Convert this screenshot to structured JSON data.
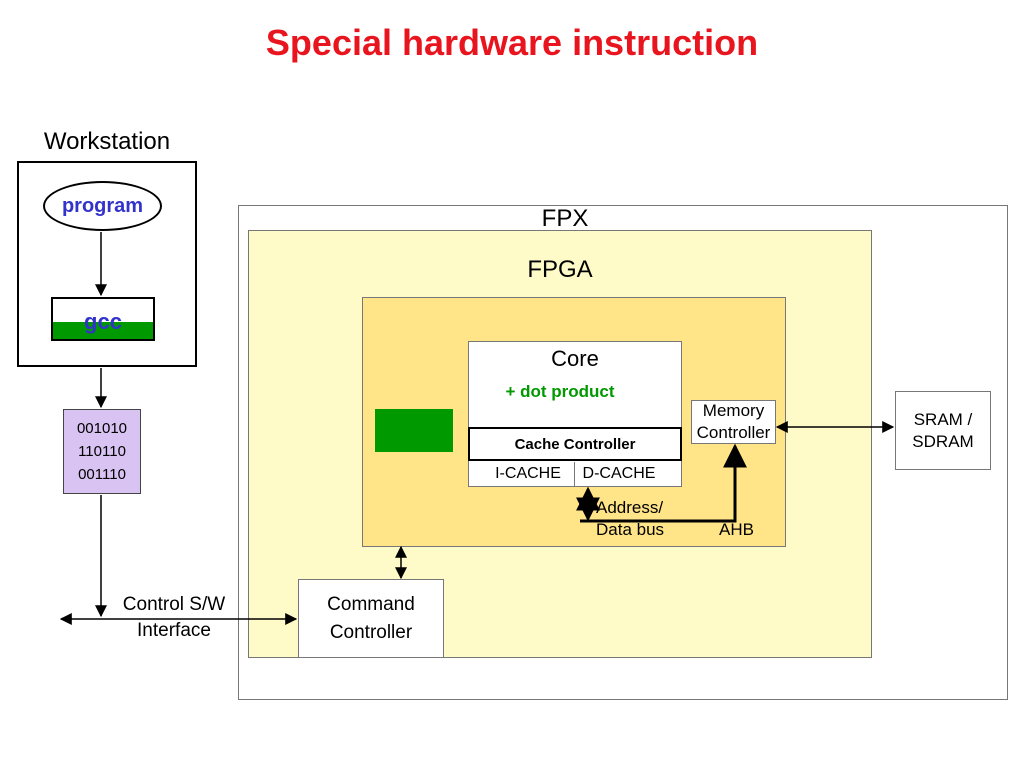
{
  "title": "Special hardware instruction",
  "workstation": {
    "label": "Workstation",
    "program": "program",
    "compiler": "gcc"
  },
  "binary": {
    "lines": [
      "001010",
      "110110",
      "001110"
    ]
  },
  "fpx": {
    "label": "FPX"
  },
  "fpga": {
    "label": "FPGA"
  },
  "core": {
    "label": "Core",
    "extension": "+ dot product",
    "cache_controller": "Cache Controller",
    "icache": "I-CACHE",
    "dcache": "D-CACHE"
  },
  "memory_controller": {
    "line1": "Memory",
    "line2": "Controller"
  },
  "sram": {
    "line1": "SRAM /",
    "line2": "SDRAM"
  },
  "bus": {
    "line1": "Address/",
    "line2": "Data bus",
    "ahb": "AHB"
  },
  "command_controller": {
    "line1": "Command",
    "line2": "Controller"
  },
  "control_interface": {
    "line1": "Control S/W",
    "line2": "Interface"
  },
  "colors": {
    "title": "#e8141e",
    "fpga_fill": "#fffbc9",
    "inner_fill": "#ffe588",
    "green_block": "#009900",
    "binary_fill": "#d9c3f2",
    "program_text": "#3333cc",
    "dot_product": "#009900"
  }
}
